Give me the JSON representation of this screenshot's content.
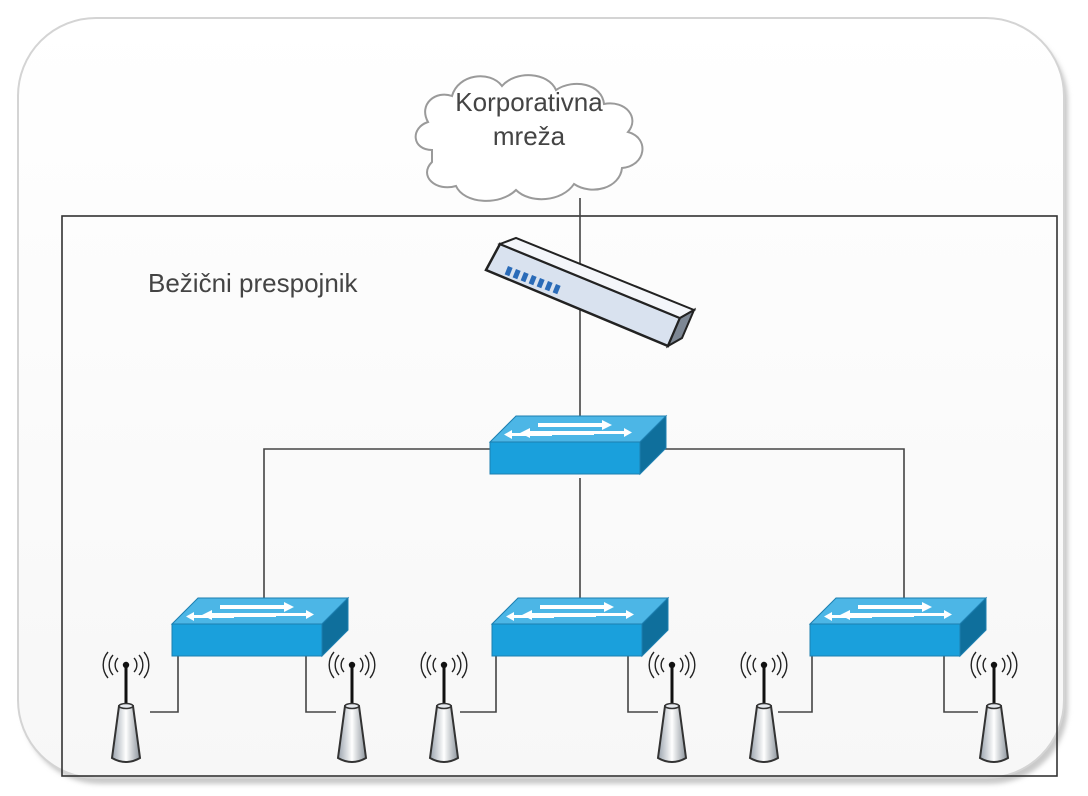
{
  "diagram": {
    "cloud_label_line1": "Korporativna",
    "cloud_label_line2": "mreža",
    "wireless_switch_label": "Bežični prespojnik"
  },
  "colors": {
    "switch_top": "#4cb6e6",
    "switch_front": "#1aa0dc",
    "switch_side": "#0f6f9c",
    "line": "#444444",
    "frame_border": "#d8d8d8"
  },
  "icons": {
    "cloud": "cloud-icon",
    "wireless_switch": "wireless-switch-icon",
    "network_switch": "switch-icon",
    "access_point": "access-point-icon"
  }
}
